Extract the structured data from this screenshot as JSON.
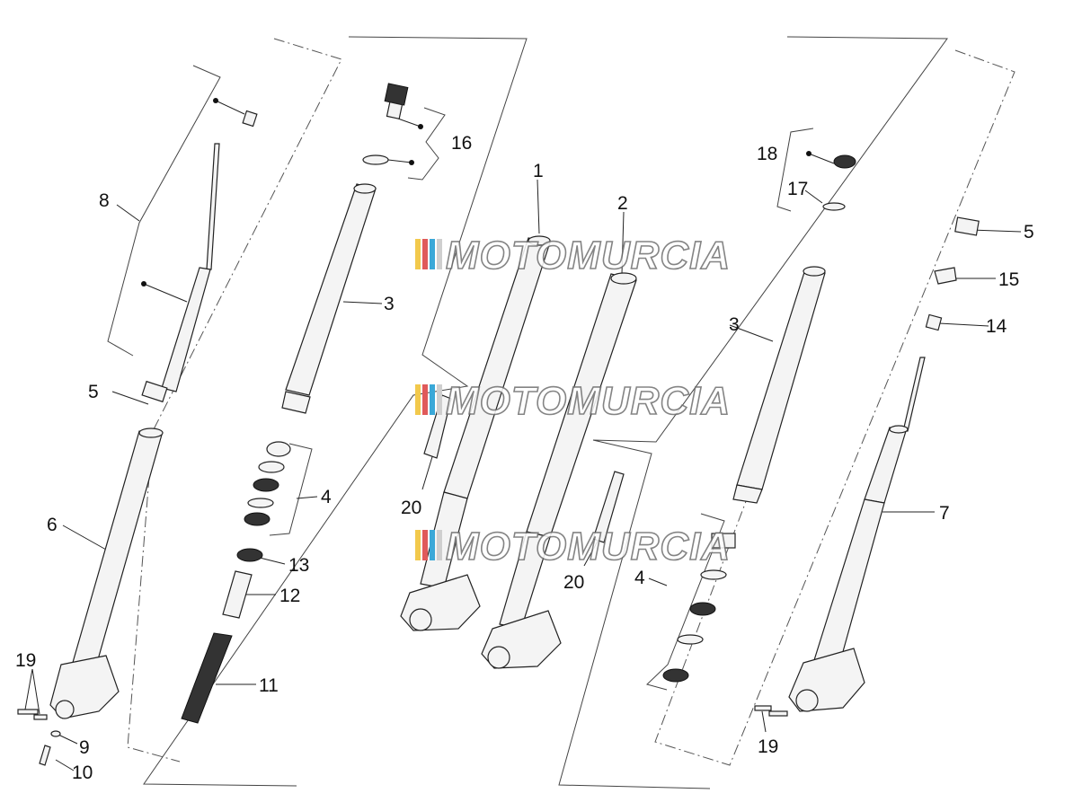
{
  "diagram": {
    "callouts": [
      "1",
      "2",
      "3",
      "3",
      "4",
      "4",
      "5",
      "5",
      "6",
      "7",
      "8",
      "9",
      "10",
      "11",
      "12",
      "13",
      "14",
      "15",
      "16",
      "17",
      "18",
      "19",
      "19",
      "20",
      "20"
    ],
    "watermark": [
      "MOTOMURCIA",
      "MOTOMURCIA",
      "MOTOMURCIA"
    ],
    "watermark_colors": [
      "#f2c94c",
      "#e05a5a",
      "#3aa8d8",
      "#cfcfcf"
    ]
  }
}
